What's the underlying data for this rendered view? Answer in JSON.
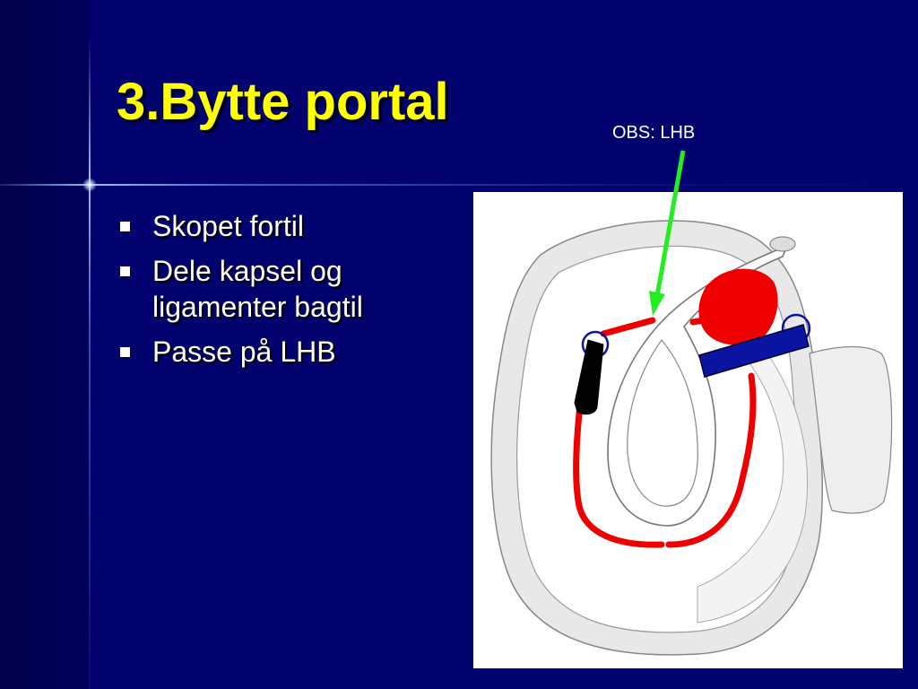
{
  "slide": {
    "title": "3.Bytte portal",
    "bullets": [
      {
        "text": "Skopet fortil"
      },
      {
        "text": "Dele kapsel og ligamenter bagtil"
      },
      {
        "text": "Passe på LHB"
      }
    ],
    "annotation": "OBS: LHB"
  },
  "colors": {
    "background": "#02026e",
    "title": "#ffff00",
    "text": "#ffffff",
    "arrow": "#22ee22",
    "capsule_line": "#ee0000",
    "cannula_blue": "#0a14a0"
  }
}
